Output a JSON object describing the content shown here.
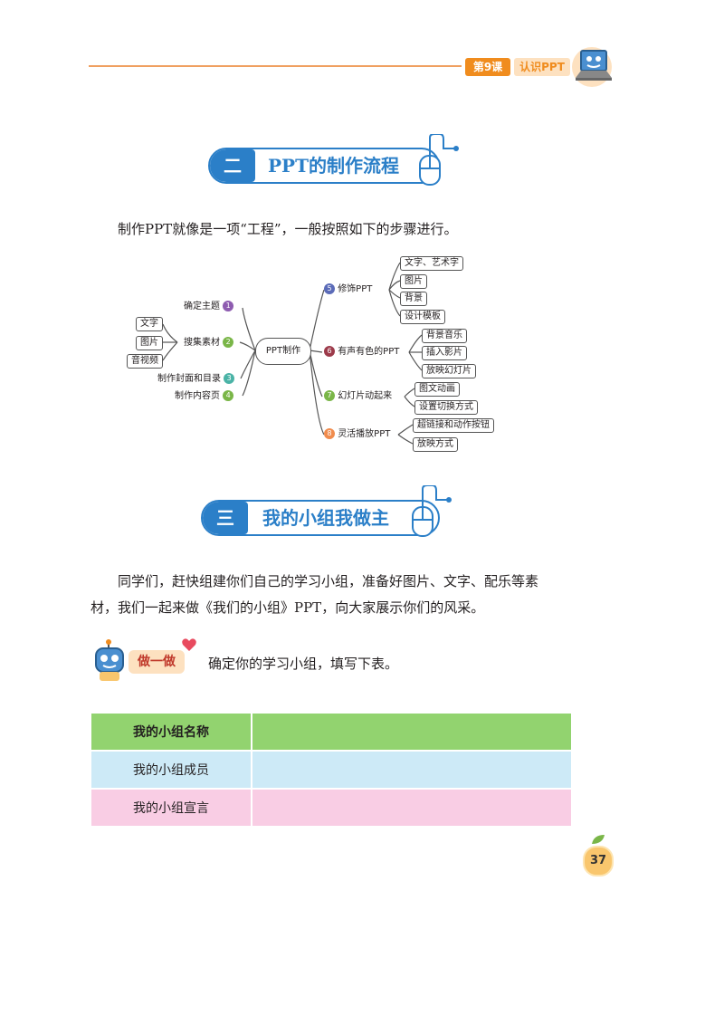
{
  "header": {
    "lesson": "第9课",
    "title": "认识PPT"
  },
  "section2": {
    "number": "二",
    "title": "PPT的制作流程",
    "intro": "制作PPT就像是一项“工程”，一般按照如下的步骤进行。"
  },
  "mindmap": {
    "center": "PPT制作",
    "left": [
      {
        "num": "1",
        "label": "确定主题",
        "color": "#8e5cb0"
      },
      {
        "num": "2",
        "label": "搜集素材",
        "color": "#7ab648",
        "children": [
          "文字",
          "图片",
          "音视频"
        ]
      },
      {
        "num": "3",
        "label": "制作封面和目录",
        "color": "#4ab3a6"
      },
      {
        "num": "4",
        "label": "制作内容页",
        "color": "#7ab648"
      }
    ],
    "right": [
      {
        "num": "5",
        "label": "修饰PPT",
        "color": "#5b6bb8",
        "children": [
          "文字、艺术字",
          "图片",
          "背景",
          "设计模板"
        ]
      },
      {
        "num": "6",
        "label": "有声有色的PPT",
        "color": "#9c3a4a",
        "children": [
          "背景音乐",
          "插入影片",
          "放映幻灯片"
        ]
      },
      {
        "num": "7",
        "label": "幻灯片动起来",
        "color": "#7ab648",
        "children": [
          "图文动画",
          "设置切换方式"
        ]
      },
      {
        "num": "8",
        "label": "灵活播放PPT",
        "color": "#f08c4e",
        "children": [
          "超链接和动作按钮",
          "放映方式"
        ]
      }
    ]
  },
  "section3": {
    "number": "三",
    "title": "我的小组我做主",
    "para1": "同学们，赶快组建你们自己的学习小组，准备好图片、文字、配乐等素",
    "para2": "材，我们一起来做《我们的小组》PPT，向大家展示你们的风采。"
  },
  "activity": {
    "badge": "做一做",
    "instruction": "确定你的学习小组，填写下表。"
  },
  "table": {
    "rows": [
      {
        "label": "我的小组名称",
        "value": ""
      },
      {
        "label": "我的小组成员",
        "value": ""
      },
      {
        "label": "我的小组宣言",
        "value": ""
      }
    ]
  },
  "page_number": "37",
  "colors": {
    "accent_blue": "#2b7fc8",
    "accent_orange": "#f08c1e",
    "row_green": "#92d36f",
    "row_blue": "#cdeaf7",
    "row_pink": "#f9cde4"
  }
}
